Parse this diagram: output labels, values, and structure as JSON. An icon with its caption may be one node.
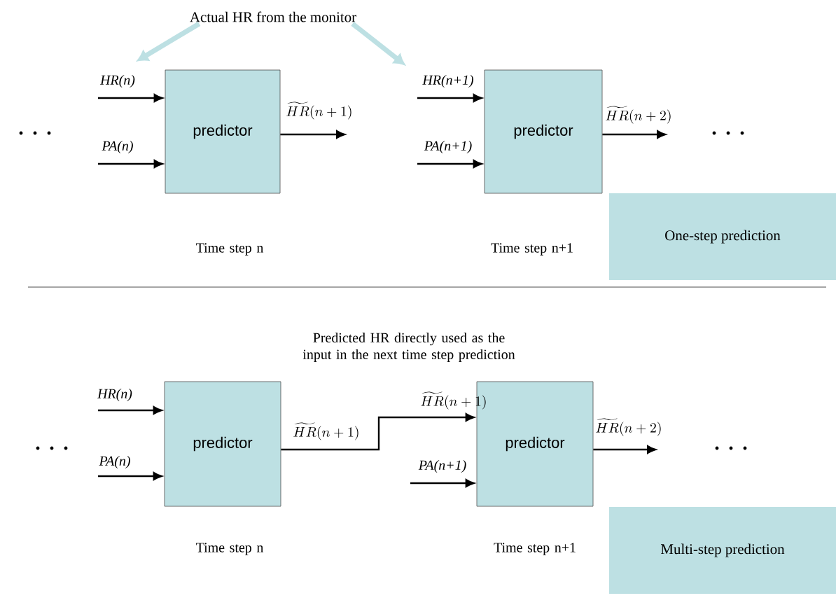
{
  "diagram": {
    "nodes": [
      {
        "text": [
          "predictor"
        ]
      },
      {
        "text": [
          "predictor"
        ]
      },
      {
        "text": [
          "One-step prediction"
        ]
      },
      {
        "text": [
          "predictor"
        ]
      },
      {
        "text": [
          "predictor"
        ]
      },
      {
        "text": [
          "Multi-step prediction"
        ]
      },
      {
        "text": [
          "Actual HR from the monitor"
        ]
      }
    ],
    "edges": [
      {
        "from": null,
        "to": 0,
        "arrow": "to",
        "label": "HR(n)"
      },
      {
        "from": null,
        "to": 0,
        "arrow": "to",
        "label": "PA(n)"
      },
      {
        "from": 0,
        "to": null,
        "arrow": "to",
        "label": "\\widetilde{HR}(n+1)"
      },
      {
        "from": null,
        "to": 1,
        "arrow": "to",
        "label": "HR(n+1)"
      },
      {
        "from": null,
        "to": 1,
        "arrow": "to",
        "label": "PA(n+1)"
      },
      {
        "from": 1,
        "to": null,
        "arrow": "to",
        "label": "\\widetilde{HR}(n+2)"
      },
      {
        "from": 6,
        "to": null,
        "arrow": "to",
        "style": "thick",
        "color": "#bde0e3"
      },
      {
        "from": 6,
        "to": null,
        "arrow": "to",
        "style": "thick",
        "color": "#bde0e3"
      },
      {
        "from": null,
        "to": 3,
        "arrow": "to",
        "label": "HR(n)"
      },
      {
        "from": null,
        "to": 3,
        "arrow": "to",
        "label": "PA(n)"
      },
      {
        "from": 3,
        "to": 4,
        "arrow": "to",
        "label": "\\widetilde{HR}(n+1)"
      },
      {
        "from": null,
        "to": 4,
        "arrow": "to",
        "label": "PA(n+1)"
      },
      {
        "from": 4,
        "to": null,
        "arrow": "to",
        "label": "\\widetilde{HR}(n+2)"
      }
    ],
    "labels": [
      "Time step n",
      "Time step n+1",
      "Predicted HR directly used as the input in the next time step prediction",
      "Time step n",
      "Time step n+1",
      "\\widetilde{HR}(n+1)"
    ]
  }
}
